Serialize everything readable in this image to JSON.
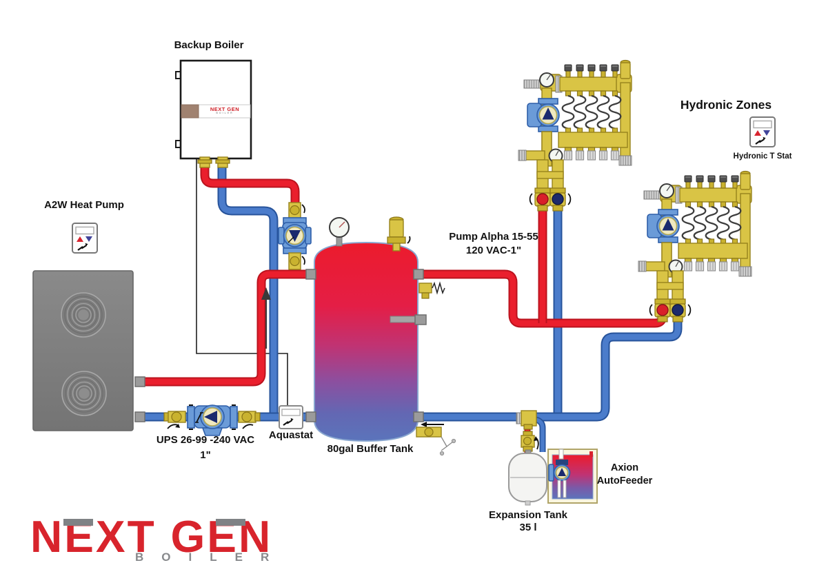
{
  "labels": {
    "backup_boiler": "Backup Boiler",
    "a2w_heat_pump": "A2W Heat Pump",
    "hydronic_zones": "Hydronic Zones",
    "hydronic_t_stat": "Hydronic T Stat",
    "pump_alpha_line1": "Pump Alpha 15-55",
    "pump_alpha_line2": "120 VAC-1\"",
    "ups_line1": "UPS 26-99 -240 VAC",
    "ups_line2": "1\"",
    "aquastat": "Aquastat",
    "buffer_tank": "80gal Buffer Tank",
    "axion_line1": "Axion",
    "axion_line2": "AutoFeeder",
    "expansion_line1": "Expansion Tank",
    "expansion_line2": "35 l"
  },
  "logo": {
    "main": "NEXT GEN",
    "sub": "BOILER"
  },
  "colors": {
    "supply_pipe": "#ea1f2d",
    "return_pipe": "#4b7ccb",
    "brass": "#d9c445",
    "pump_housing": "#6b9bd8",
    "pump_triangle": "#1b2a6e",
    "tank_top": "#ec1b2c",
    "tank_bottom": "#5b74bb",
    "heat_pump_gray": "#828282",
    "logo_red": "#d8242c",
    "logo_gray": "#87898c"
  },
  "icons": {
    "thermostat": "rounded box + display + red/blue triangles + lightning bolt",
    "aquastat": "rounded box + display + lightning bolt",
    "pressure_gauge": "white dial circle with needle",
    "air_vent": "brass cylinder on tank top",
    "circulator_pump": "blue housing, cream circle, navy triangle",
    "flow_arrow": "upward black arrow"
  }
}
